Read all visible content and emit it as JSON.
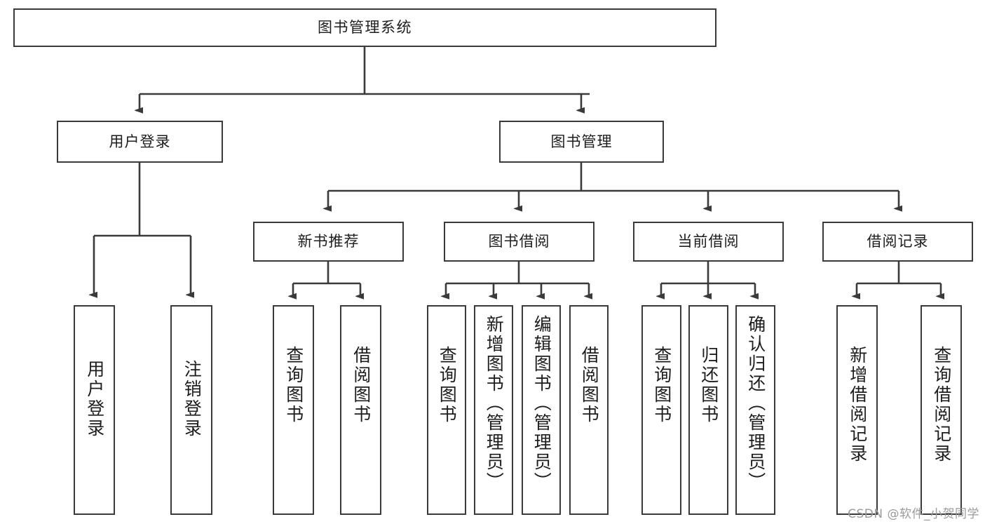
{
  "diagram": {
    "title": "图书管理系统",
    "watermark": "CSDN @软件_小贺同学",
    "stroke_color": "#3a3a3a",
    "background_color": "#ffffff",
    "text_color": "#1d1d1d"
  },
  "levels": {
    "root": {
      "label": "图书管理系统"
    },
    "level1": [
      {
        "label": "用户登录"
      },
      {
        "label": "图书管理"
      }
    ],
    "level2": [
      {
        "label": "新书推荐"
      },
      {
        "label": "图书借阅"
      },
      {
        "label": "当前借阅"
      },
      {
        "label": "借阅记录"
      }
    ],
    "leaves_user_login": [
      {
        "label": "用户登录"
      },
      {
        "label": "注销登录"
      }
    ],
    "leaves_new_book": [
      {
        "label": "查询图书"
      },
      {
        "label": "借阅图书"
      }
    ],
    "leaves_borrow": [
      {
        "label": "查询图书"
      },
      {
        "label": "新增图书（管理员）"
      },
      {
        "label": "编辑图书（管理员）"
      },
      {
        "label": "借阅图书"
      }
    ],
    "leaves_current": [
      {
        "label": "查询图书"
      },
      {
        "label": "归还图书"
      },
      {
        "label": "确认归还（管理员）"
      }
    ],
    "leaves_records": [
      {
        "label": "新增借阅记录"
      },
      {
        "label": "查询借阅记录"
      }
    ]
  }
}
